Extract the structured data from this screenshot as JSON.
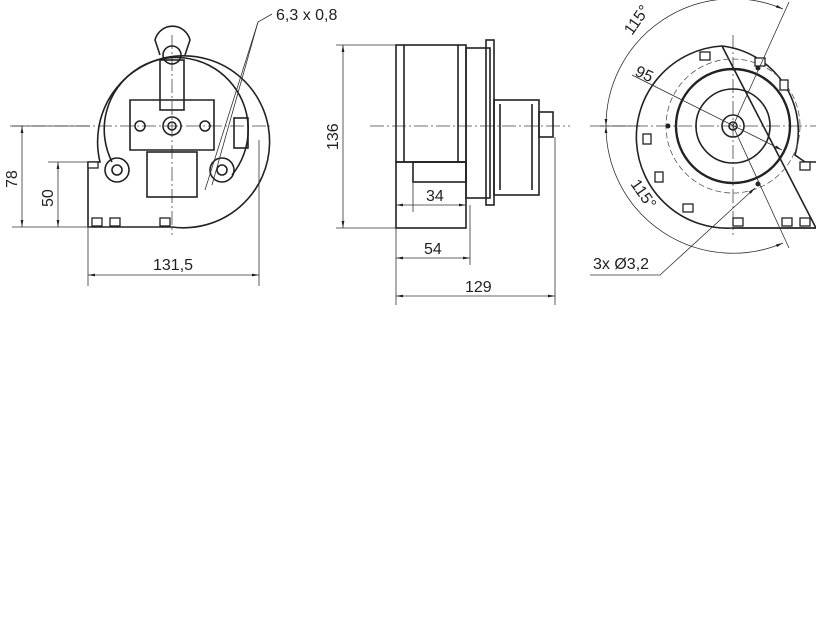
{
  "drawing": {
    "front_view": {
      "dim_height_total": "78",
      "dim_height_outlet": "50",
      "dim_width": "131,5",
      "terminal_label": "6,3 x 0,8"
    },
    "side_view": {
      "dim_height": "136",
      "dim_outlet_inner": "34",
      "dim_outlet_outer": "54",
      "dim_total_depth": "129"
    },
    "rear_view": {
      "angle_top": "115°",
      "angle_bottom": "115°",
      "dim_bolt_circle": "95",
      "mounting_holes": "3x Ø3,2"
    }
  }
}
